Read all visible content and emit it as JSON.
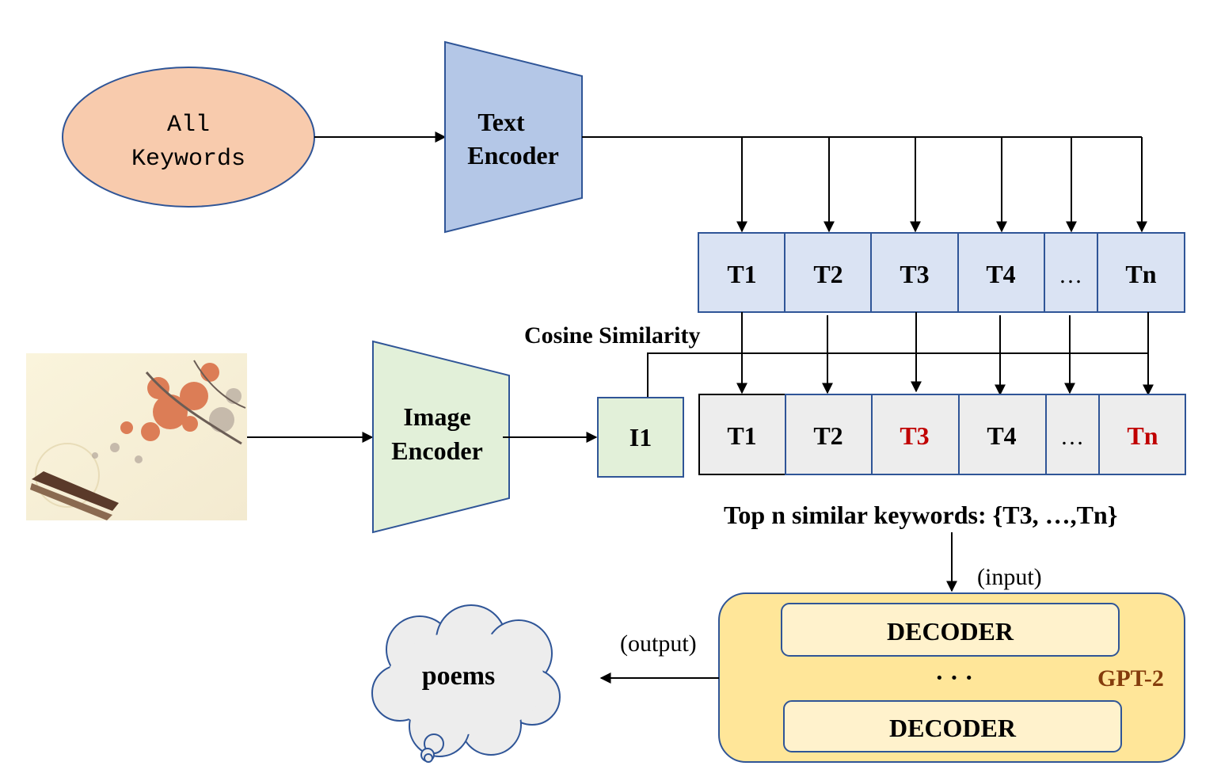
{
  "keywords_node": {
    "line1": "All",
    "line2": "Keywords"
  },
  "text_encoder": {
    "line1": "Text",
    "line2": "Encoder"
  },
  "image_encoder": {
    "line1": "Image",
    "line2": "Encoder"
  },
  "text_tokens": [
    "T1",
    "T2",
    "T3",
    "T4",
    "…",
    "Tn"
  ],
  "similarity_tokens": [
    {
      "label": "T1",
      "highlight": false
    },
    {
      "label": "T2",
      "highlight": false
    },
    {
      "label": "T3",
      "highlight": true
    },
    {
      "label": "T4",
      "highlight": false
    },
    {
      "label": "…",
      "highlight": false
    },
    {
      "label": "Tn",
      "highlight": true
    }
  ],
  "image_token": "I1",
  "cosine_label": "Cosine Similarity",
  "top_n_label": "Top n similar keywords: {T3, …,Tn}",
  "input_label": "(input)",
  "output_label": "(output)",
  "gpt2": {
    "decoder_top": "DECODER",
    "ellipsis": "· · ·",
    "decoder_bottom": "DECODER",
    "model_label": "GPT-2"
  },
  "poems_label": "poems",
  "colors": {
    "keywords_fill": "#f8cbad",
    "text_encoder_fill": "#b4c7e7",
    "image_encoder_fill": "#e2f0d9",
    "text_token_fill": "#dae3f3",
    "similarity_token_fill": "#ededed",
    "image_token_fill": "#e2f0d9",
    "gpt2_fill": "#ffe699",
    "decoder_fill": "#fff2cc",
    "cloud_fill": "#ededed",
    "outline": "#2f5597",
    "highlight_text": "#c00000",
    "gpt2_label": "#843c0c"
  }
}
